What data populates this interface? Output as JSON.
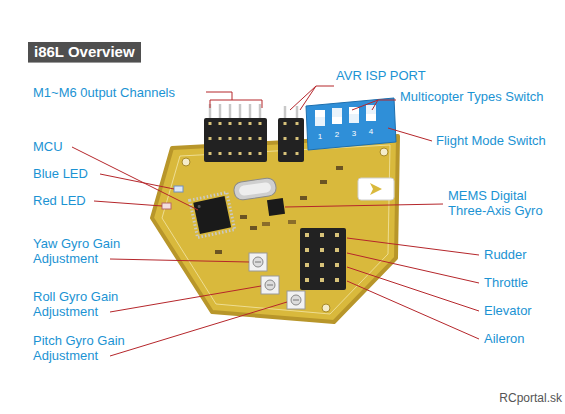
{
  "diagram": {
    "title": "i86L Overview",
    "labels": [
      "M1~M6 0utput Channels",
      "AVR ISP PORT",
      "Multicopter Types Switch",
      "MCU",
      "Flight Mode Switch",
      "Blue LED",
      "Red LED",
      "MEMS Digital Three-Axis Gyro",
      "Rudder",
      "Throttle",
      "Elevator",
      "Aileron",
      "Yaw Gyro Gain Adjustment",
      "Roll Gyro Gain Adjustment",
      "Pitch Gyro Gain Adjustment",
      "1",
      "2",
      "3",
      "4",
      "RCportal.sk"
    ]
  }
}
